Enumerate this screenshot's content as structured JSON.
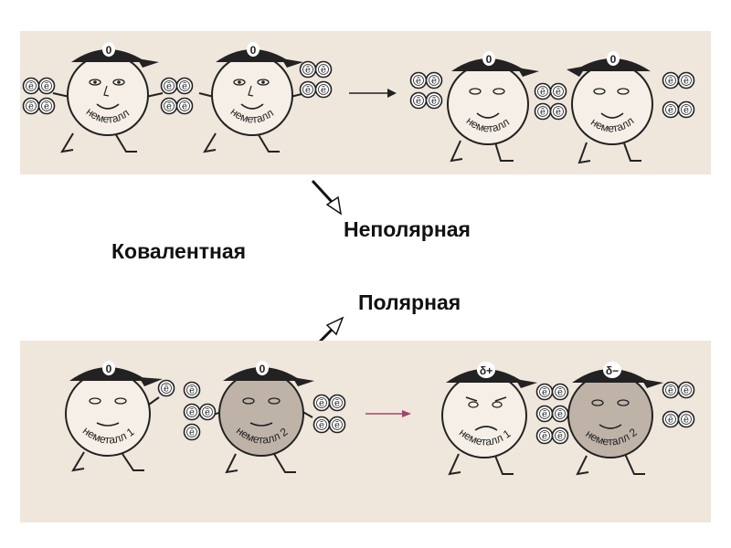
{
  "labels": {
    "covalent": "Ковалентная",
    "nonpolar": "Неполярная",
    "polar": "Полярная"
  },
  "top_scene": {
    "left_atom_name": "неметалл",
    "right_atom_name": "неметалл",
    "cap_charge": "0"
  },
  "bottom_scene": {
    "left_atom_name": "неметалл 1",
    "right_atom_name": "неметалл 2",
    "cap_charge": "0",
    "product_left_charge": "δ+",
    "product_right_charge": "δ−"
  },
  "electron_symbol": "ē",
  "colors": {
    "panel_bg": "#efe6dc",
    "face_light": "#f5efe7",
    "face_dark": "#bfb3a8",
    "cap": "#222222",
    "product_arrow": "#a2456b"
  },
  "icons": [
    "electron-coin-icon",
    "reaction-arrow-icon",
    "branch-arrow-icon"
  ]
}
